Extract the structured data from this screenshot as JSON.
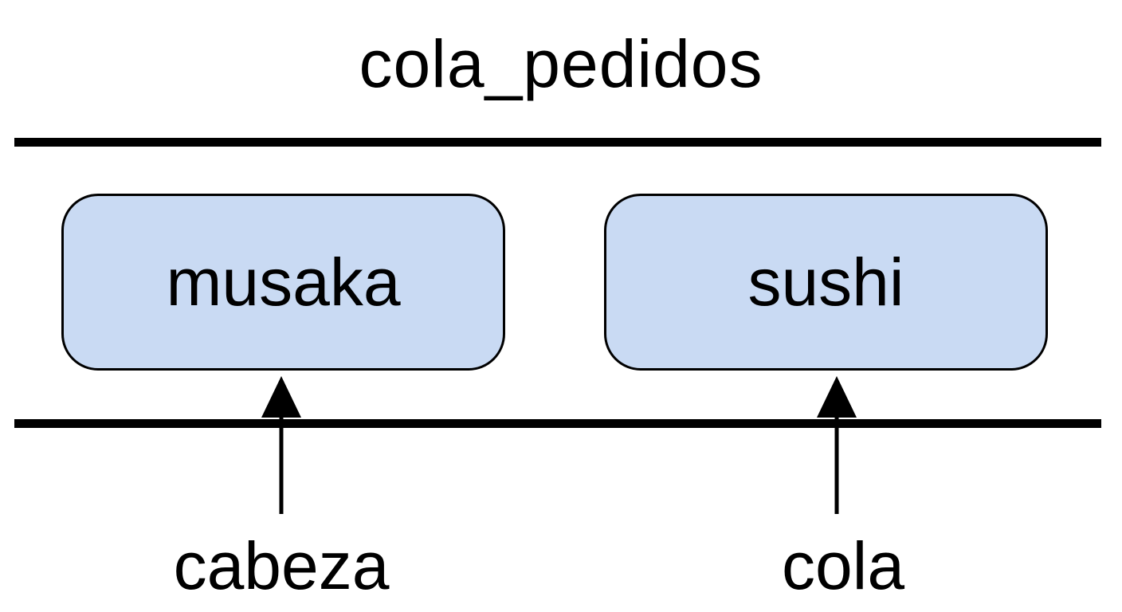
{
  "title": "cola_pedidos",
  "queue": {
    "items": [
      {
        "label": "musaka"
      },
      {
        "label": "sushi"
      }
    ],
    "node_fill": "#c9daf3",
    "node_border": "#000000"
  },
  "pointers": [
    {
      "label": "cabeza",
      "target": "musaka"
    },
    {
      "label": "cola",
      "target": "sushi"
    }
  ]
}
